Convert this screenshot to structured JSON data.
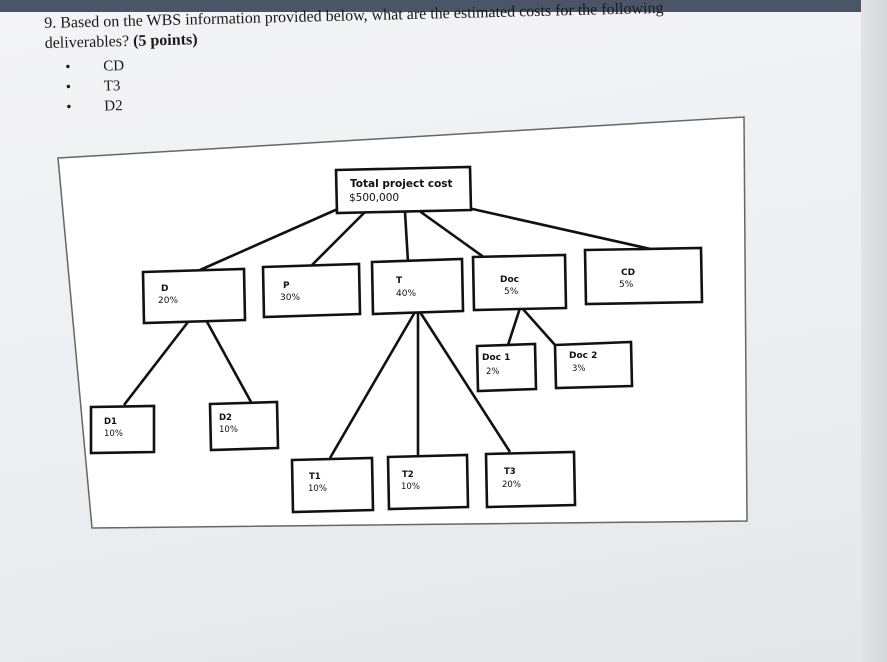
{
  "question": {
    "line1": "9. Based on the WBS information provided below, what are the estimated costs for the following",
    "line2_text": "deliverables? ",
    "line2_points": "(5 points)",
    "bullets": [
      "CD",
      "T3",
      "D2"
    ]
  },
  "wbs": {
    "root": {
      "title": "Total project cost",
      "value": "$500,000"
    },
    "nodes": {
      "D": {
        "name": "D",
        "pct": "20%"
      },
      "P": {
        "name": "P",
        "pct": "30%"
      },
      "T": {
        "name": "T",
        "pct": "40%"
      },
      "Doc": {
        "name": "Doc",
        "pct": "5%"
      },
      "CD": {
        "name": "CD",
        "pct": "5%"
      },
      "Doc1": {
        "name": "Doc 1",
        "pct": "2%"
      },
      "Doc2": {
        "name": "Doc 2",
        "pct": "3%"
      },
      "D1": {
        "name": "D1",
        "pct": "10%"
      },
      "D2": {
        "name": "D2",
        "pct": "10%"
      },
      "T1": {
        "name": "T1",
        "pct": "10%"
      },
      "T2": {
        "name": "T2",
        "pct": "10%"
      },
      "T3": {
        "name": "T3",
        "pct": "20%"
      }
    }
  },
  "colors": {
    "ink": "#111111",
    "frame": "#666666",
    "paper": "#ffffff"
  }
}
